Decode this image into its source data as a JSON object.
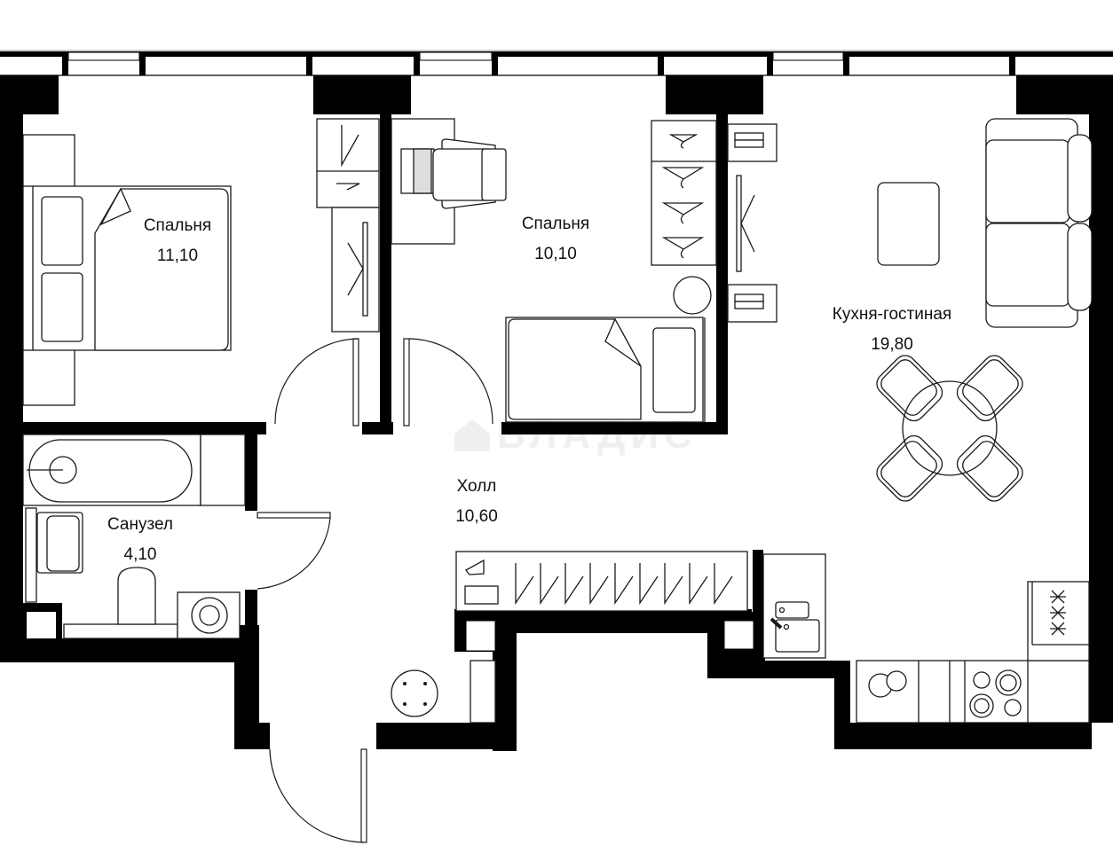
{
  "plan": {
    "type": "apartment-floor-plan",
    "colors": {
      "wall": "#000000",
      "line": "#1a1a1a",
      "background": "#ffffff",
      "watermark": "#e8e8e8"
    },
    "watermark": "ВЛАДИС",
    "rooms": [
      {
        "id": "bedroom-1",
        "name": "Спальня",
        "area": "11,10"
      },
      {
        "id": "bedroom-2",
        "name": "Спальня",
        "area": "10,10"
      },
      {
        "id": "kitchen-living",
        "name": "Кухня-гостиная",
        "area": "19,80"
      },
      {
        "id": "hall",
        "name": "Холл",
        "area": "10,60"
      },
      {
        "id": "bathroom",
        "name": "Санузел",
        "area": "4,10"
      }
    ],
    "fixtures": [
      "double-bed",
      "single-bed",
      "wardrobe",
      "desk-with-laptop",
      "armchair",
      "round-pouf",
      "sofa",
      "coffee-table",
      "round-dining-table",
      "dining-chairs",
      "bathtub",
      "washbasin",
      "toilet",
      "washing-machine",
      "kitchen-sink",
      "cooktop",
      "dishwasher",
      "refrigerator",
      "hallway-wardrobe",
      "round-stool"
    ]
  }
}
